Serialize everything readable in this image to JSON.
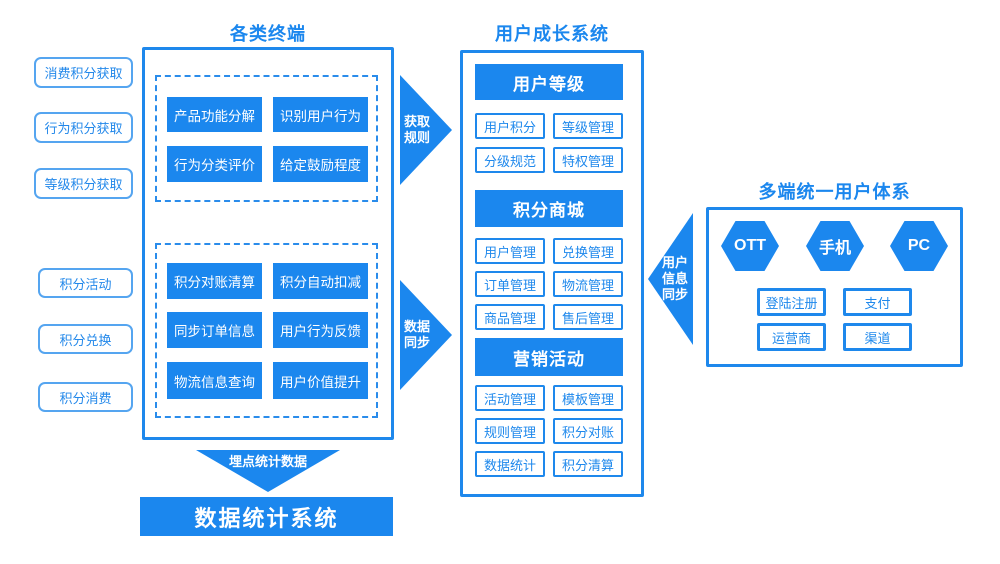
{
  "colors": {
    "primary": "#1b87ee",
    "outline": "#1e88ec",
    "pill_border": "#55a5f0"
  },
  "left_column": {
    "top_items": [
      "消费积分获取",
      "行为积分获取",
      "等级积分获取"
    ],
    "bottom_items": [
      "积分活动",
      "积分兑换",
      "积分消费"
    ]
  },
  "terminals": {
    "title": "各类终端",
    "rule_group": [
      "产品功能分解",
      "识别用户行为",
      "行为分类评价",
      "给定鼓励程度"
    ],
    "sync_group": [
      "积分对账清算",
      "积分自动扣减",
      "同步订单信息",
      "用户行为反馈",
      "物流信息查询",
      "用户价值提升"
    ]
  },
  "arrows": {
    "get_rules": "获取\n规则",
    "data_sync": "数据\n同步",
    "user_info_sync": "用户\n信息\n同步",
    "tracking": "埋点统计数据"
  },
  "stats_system": {
    "title": "数据统计系统"
  },
  "growth_system": {
    "title": "用户成长系统",
    "sections": [
      {
        "header": "用户等级",
        "items": [
          "用户积分",
          "等级管理",
          "分级规范",
          "特权管理"
        ]
      },
      {
        "header": "积分商城",
        "items": [
          "用户管理",
          "兑换管理",
          "订单管理",
          "物流管理",
          "商品管理",
          "售后管理"
        ]
      },
      {
        "header": "营销活动",
        "items": [
          "活动管理",
          "模板管理",
          "规则管理",
          "积分对账",
          "数据统计",
          "积分清算"
        ]
      }
    ]
  },
  "multi_terminal": {
    "title": "多端统一用户体系",
    "hexagons": [
      "OTT",
      "手机",
      "PC"
    ],
    "items": [
      "登陆注册",
      "支付",
      "运营商",
      "渠道"
    ]
  }
}
